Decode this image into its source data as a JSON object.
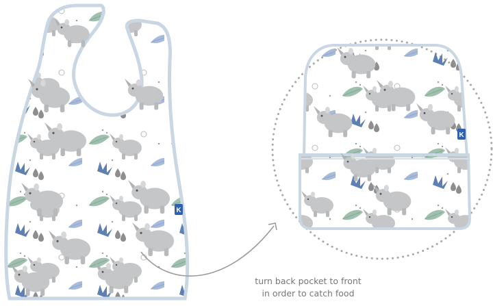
{
  "caption": {
    "line1": "turn back pocket to front",
    "line2": "in order to catch food"
  },
  "product": {
    "name": "baby bib",
    "pattern": "rhinoceros and tropical leaves",
    "brand_tag_letter": "K"
  },
  "colors": {
    "background": "#ffffff",
    "bib_fill": "#fbfcfd",
    "bib_border": "#c9d6e4",
    "rhino": "#c4c6c8",
    "leaf_green": "#9fc0ae",
    "leaf_blue": "#a7bbdb",
    "leaf_navy": "#5d7fb2",
    "dots": "#9c9c9c",
    "tag": "#2f5fb0",
    "caption": "#777777"
  },
  "icons": [
    "rhino-icon",
    "leaf-icon",
    "raindrop-icon",
    "dotted-circle",
    "curved-arrow-icon",
    "brand-tag-icon"
  ]
}
